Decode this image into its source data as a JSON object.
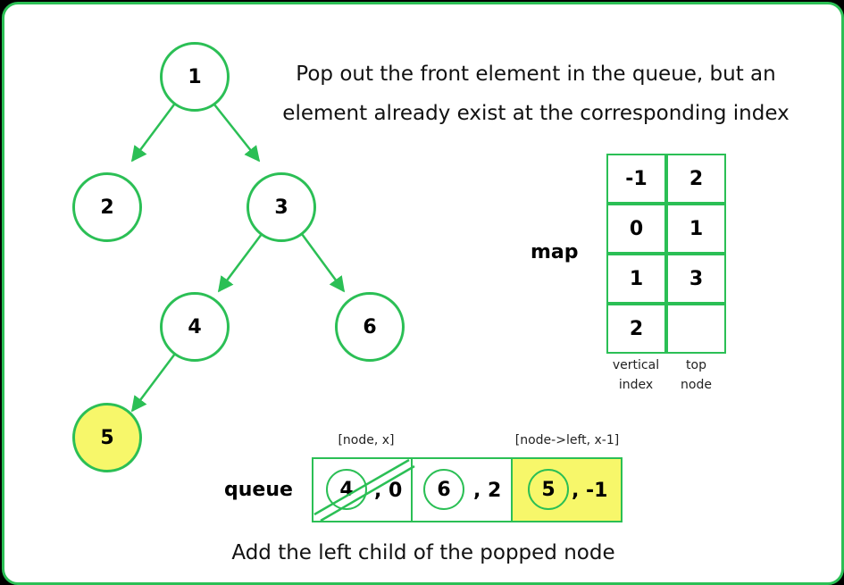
{
  "caption_top_line1": "Pop out the front element in the queue, but an",
  "caption_top_line2": "element already exist at the corresponding index",
  "caption_bottom": "Add the  left child of the popped node",
  "tree": {
    "nodes": [
      {
        "id": "node-1",
        "label": "1",
        "highlighted": false
      },
      {
        "id": "node-2",
        "label": "2",
        "highlighted": false
      },
      {
        "id": "node-3",
        "label": "3",
        "highlighted": false
      },
      {
        "id": "node-4",
        "label": "4",
        "highlighted": false
      },
      {
        "id": "node-6",
        "label": "6",
        "highlighted": false
      },
      {
        "id": "node-5",
        "label": "5",
        "highlighted": true
      }
    ],
    "edges": [
      [
        "1",
        "2"
      ],
      [
        "1",
        "3"
      ],
      [
        "3",
        "4"
      ],
      [
        "3",
        "6"
      ],
      [
        "4",
        "5"
      ]
    ]
  },
  "map": {
    "label": "map",
    "rows": [
      {
        "index": "-1",
        "node": "2"
      },
      {
        "index": "0",
        "node": "1"
      },
      {
        "index": "1",
        "node": "3"
      },
      {
        "index": "2",
        "node": ""
      }
    ],
    "col_label_left_1": "vertical",
    "col_label_left_2": "index",
    "col_label_right_1": "top",
    "col_label_right_2": "node"
  },
  "queue": {
    "label": "queue",
    "header_left": "[node, x]",
    "header_right": "[node->left, x-1]",
    "cells": [
      {
        "node": "4",
        "x": ", 0",
        "crossed_out": true,
        "highlighted": false
      },
      {
        "node": "6",
        "x": ", 2",
        "crossed_out": false,
        "highlighted": false
      },
      {
        "node": "5",
        "x": ", -1",
        "crossed_out": false,
        "highlighted": true
      }
    ]
  },
  "colors": {
    "accent": "#2bbf55",
    "highlight": "#f7f76a",
    "background": "#000000"
  }
}
